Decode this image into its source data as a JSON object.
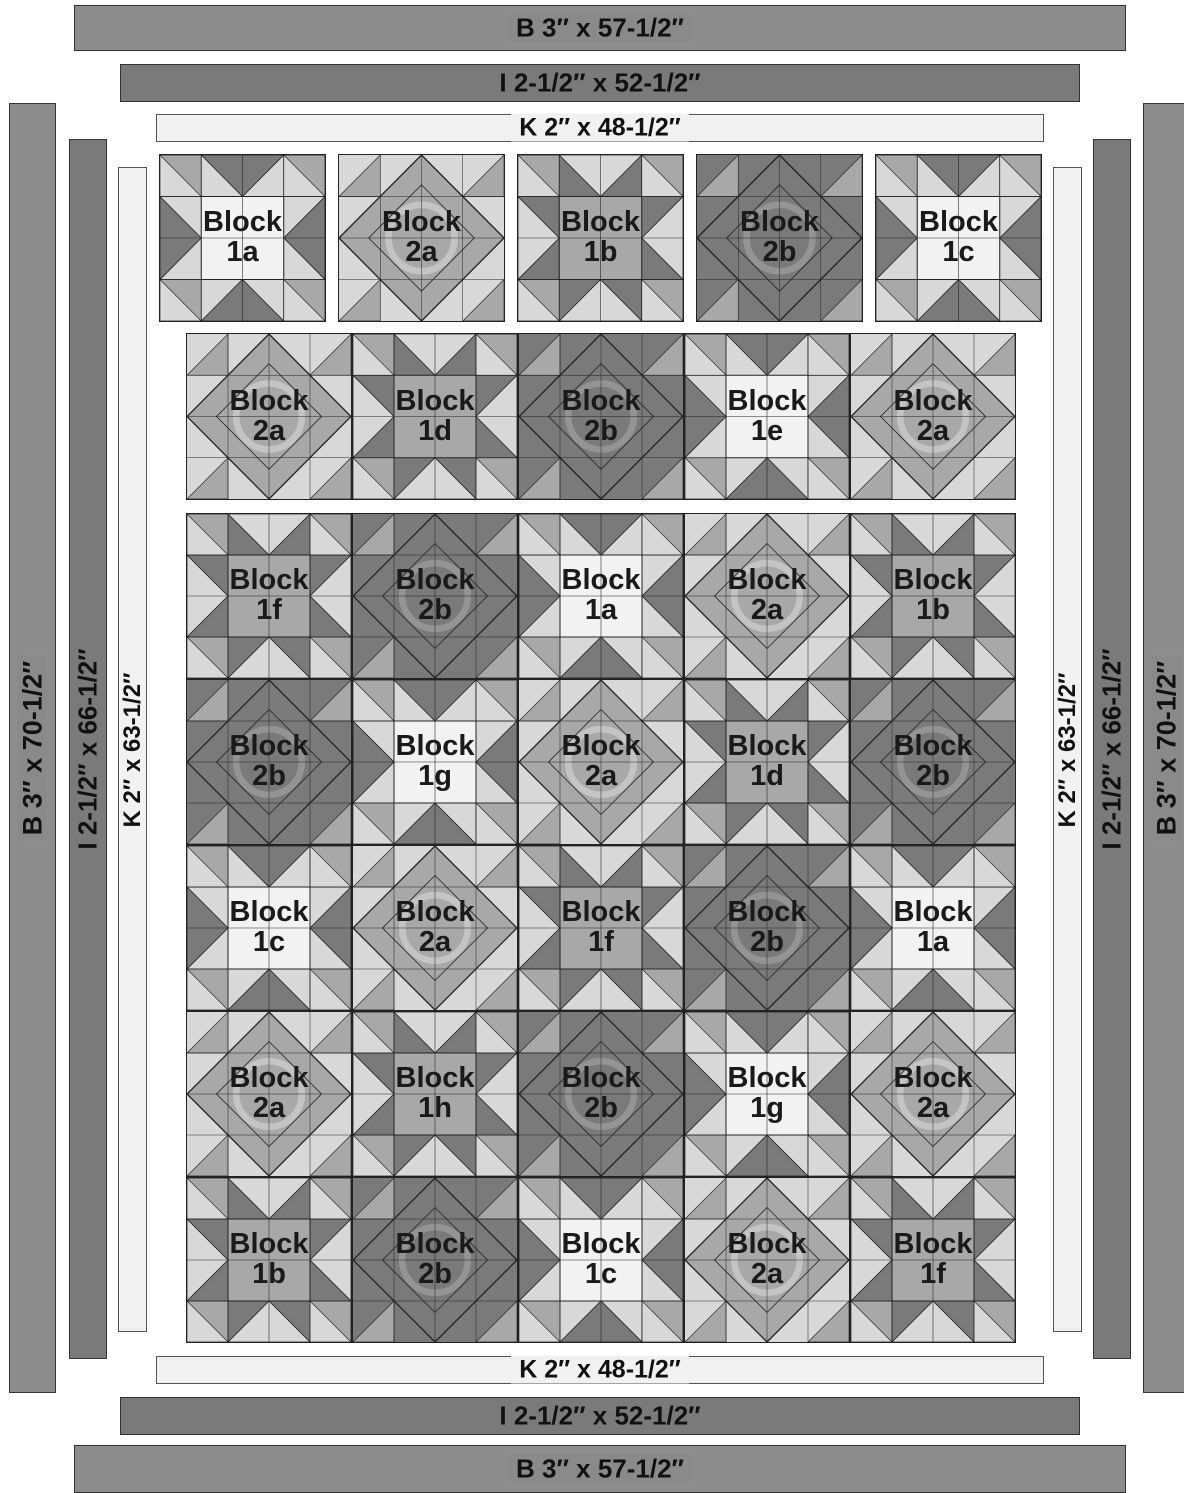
{
  "borders": {
    "top_B": "B  3″ x 57-1/2″",
    "top_I": "I  2-1/2″ x 52-1/2″",
    "top_K": "K  2″ x 48-1/2″",
    "bottom_K": "K  2″ x 48-1/2″",
    "bottom_I": "I  2-1/2″ x 52-1/2″",
    "bottom_B": "B  3″ x 57-1/2″",
    "left_B": "B  3″ x 70-1/2″",
    "left_I": "I  2-1/2″ x 66-1/2″",
    "left_K": "K  2″ x 63-1/2″",
    "right_K": "K  2″ x 63-1/2″",
    "right_I": "I  2-1/2″ x 66-1/2″",
    "right_B": "B  3″ x 70-1/2″"
  },
  "block_word": "Block",
  "rows": [
    {
      "tone": "separated",
      "blocks": [
        "1a",
        "2a",
        "1b",
        "2b",
        "1c"
      ]
    },
    {
      "tone": "band",
      "blocks": [
        "2a",
        "1d",
        "2b",
        "1e",
        "2a"
      ]
    },
    {
      "tone": "grid",
      "blocks": [
        "1f",
        "2b",
        "1a",
        "2a",
        "1b"
      ]
    },
    {
      "tone": "grid",
      "blocks": [
        "2b",
        "1g",
        "2a",
        "1d",
        "2b"
      ]
    },
    {
      "tone": "grid",
      "blocks": [
        "1c",
        "2a",
        "1f",
        "2b",
        "1a"
      ]
    },
    {
      "tone": "grid",
      "blocks": [
        "2a",
        "1h",
        "2b",
        "1g",
        "2a"
      ]
    },
    {
      "tone": "grid",
      "blocks": [
        "1b",
        "2b",
        "1c",
        "2a",
        "1f"
      ]
    }
  ],
  "colors": {
    "dark": "#7a7a7a",
    "mid": "#a8a8a8",
    "light": "#d8d8d8",
    "pale": "#f2f2f2",
    "line": "#222222"
  }
}
